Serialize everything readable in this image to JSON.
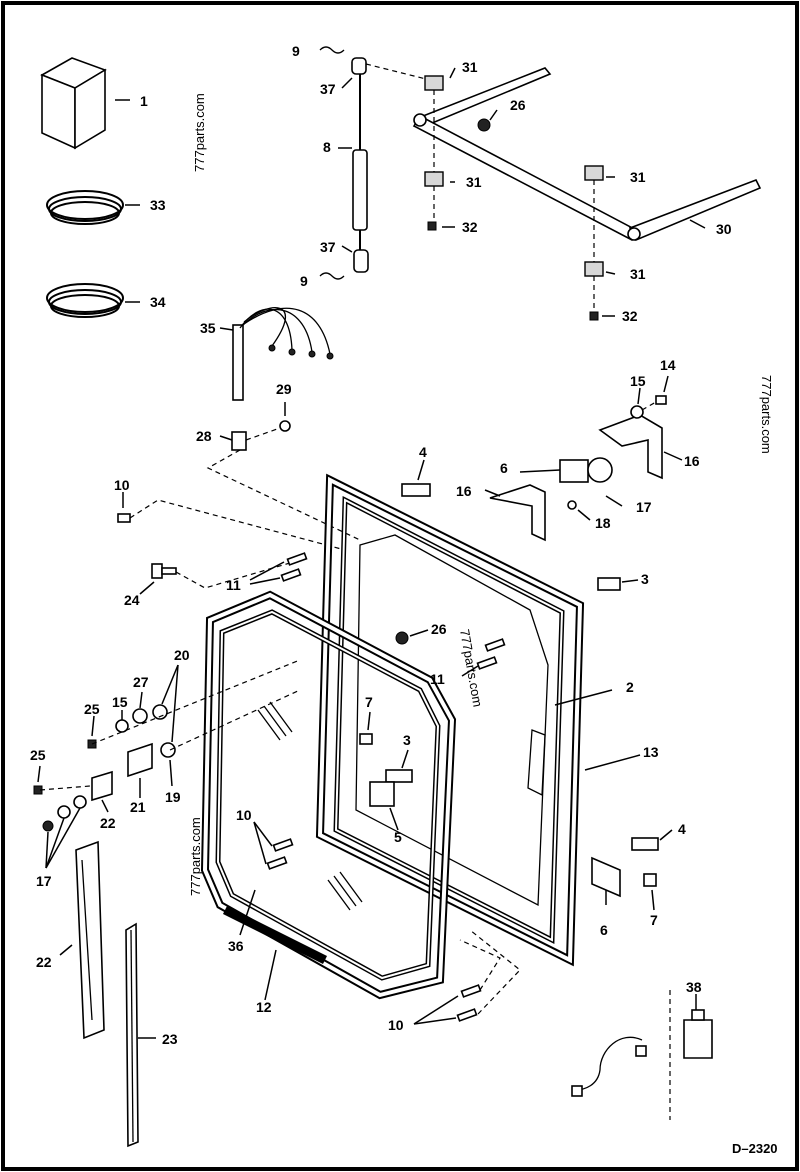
{
  "diagram": {
    "drawing_code": "D–2320",
    "watermarks": [
      "777parts.com",
      "777parts.com",
      "777parts.com",
      "777parts.com"
    ],
    "callouts": {
      "c1": "1",
      "c2": "2",
      "c3a": "3",
      "c3b": "3",
      "c4a": "4",
      "c4b": "4",
      "c5": "5",
      "c6a": "6",
      "c6b": "6",
      "c7a": "7",
      "c7b": "7",
      "c8": "8",
      "c9a": "9",
      "c9b": "9",
      "c10a": "10",
      "c10b": "10",
      "c10c": "10",
      "c11a": "11",
      "c11b": "11",
      "c12": "12",
      "c13": "13",
      "c14": "14",
      "c15a": "15",
      "c15b": "15",
      "c16a": "16",
      "c16b": "16",
      "c17a": "17",
      "c17b": "17",
      "c18": "18",
      "c19": "19",
      "c20": "20",
      "c21": "21",
      "c22a": "22",
      "c22b": "22",
      "c23": "23",
      "c24": "24",
      "c25a": "25",
      "c25b": "25",
      "c26a": "26",
      "c26b": "26",
      "c27": "27",
      "c28": "28",
      "c29": "29",
      "c30": "30",
      "c31a": "31",
      "c31b": "31",
      "c31c": "31",
      "c31d": "31",
      "c32a": "32",
      "c32b": "32",
      "c33": "33",
      "c34": "34",
      "c35": "35",
      "c36": "36",
      "c37a": "37",
      "c37b": "37",
      "c38": "38"
    }
  }
}
